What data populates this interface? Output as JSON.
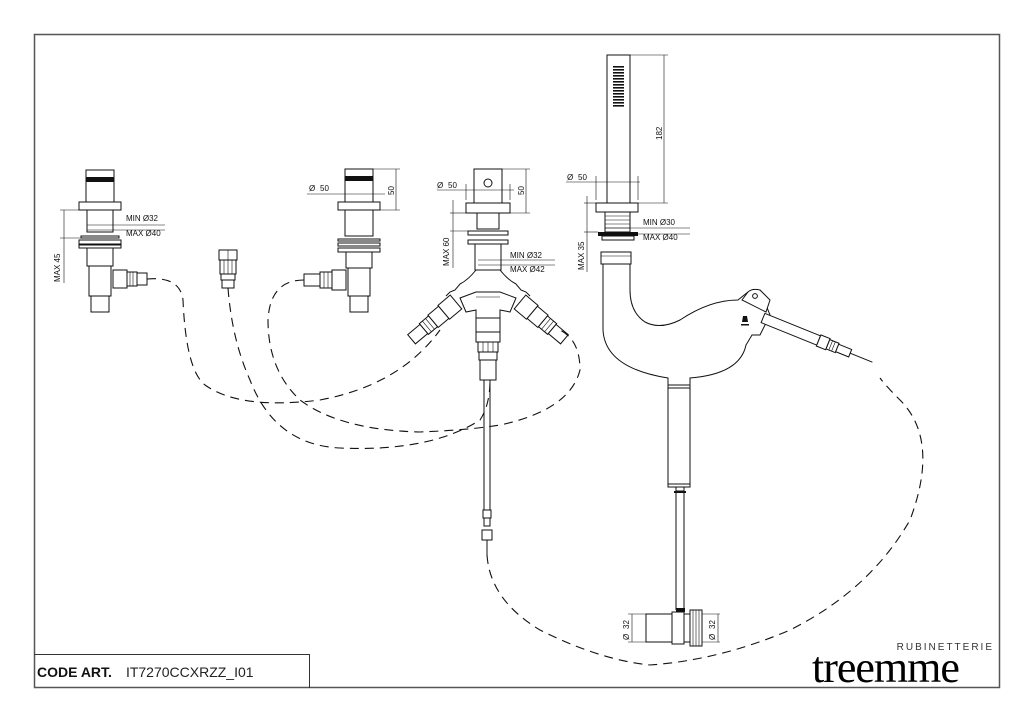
{
  "drawing": {
    "type": "technical-drawing",
    "subject": "Bath-deck mixer set: two valves, diverter, handshower holder with hose connections",
    "dimensions": {
      "valve_left": {
        "flange_min": "MIN Ø32",
        "flange_max": "MAX Ø40",
        "max_height": "MAX 45"
      },
      "valve_middle": {
        "diameter": "50",
        "height": "50",
        "diameter_symbol": "Ø"
      },
      "diverter": {
        "diameter": "50",
        "height": "50",
        "diameter_symbol": "Ø",
        "max_height": "MAX 60",
        "flange_min": "MIN Ø32",
        "flange_max": "MAX Ø42"
      },
      "handshower": {
        "length": "182",
        "diameter": "50",
        "diameter_symbol": "Ø",
        "max_height": "MAX 35",
        "flange_min": "MIN Ø30",
        "flange_max": "MAX Ø40"
      },
      "outlet": {
        "diameter_left": "32",
        "diameter_right": "32",
        "diameter_symbol": "Ø"
      }
    }
  },
  "title_block": {
    "code_label": "CODE ART.",
    "code_value": "IT7270CCXRZZ_I01"
  },
  "brand": {
    "name": "treemme",
    "subtitle": "RUBINETTERIE"
  },
  "colors": {
    "line": "#111111",
    "frame": "#555555",
    "background": "#ffffff"
  }
}
